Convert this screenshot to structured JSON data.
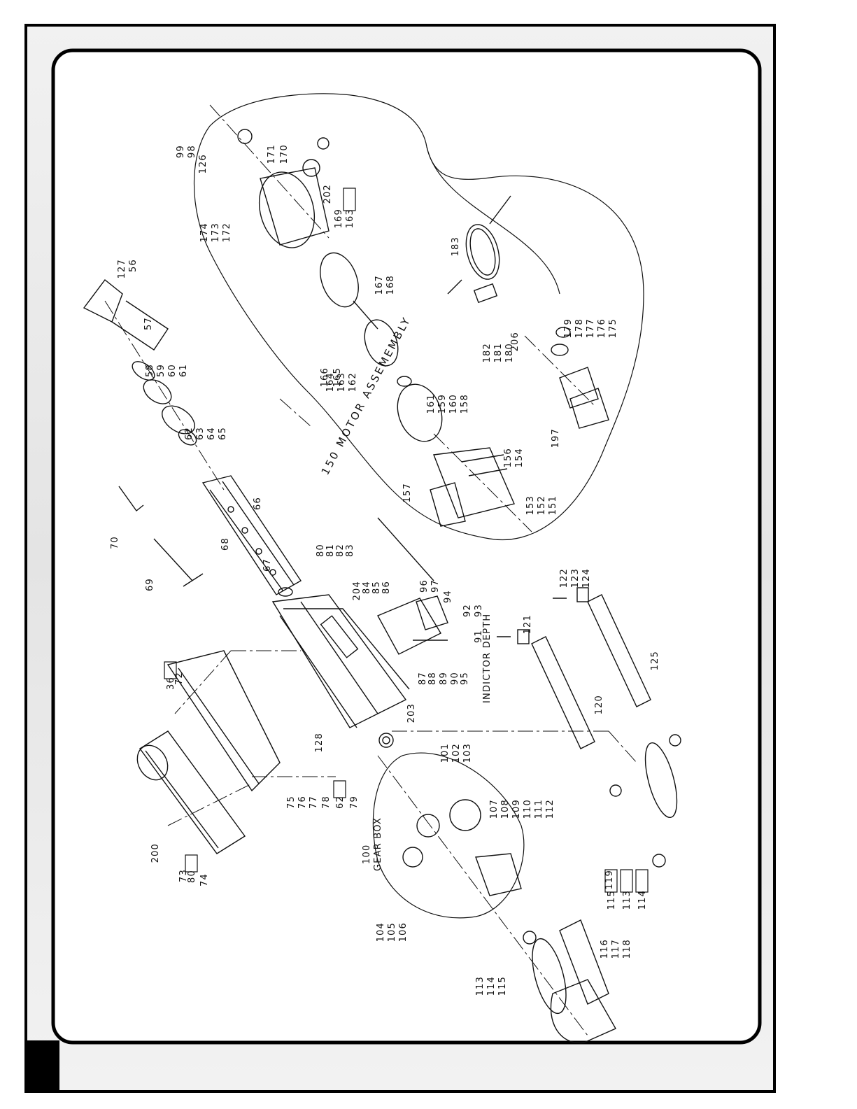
{
  "diagram": {
    "assembly_labels": {
      "motor": "150 MOTOR ASSEMEMBLY",
      "gearbox_num": "100",
      "gearbox_name": "GEAR BOX",
      "depth": "INDICTOR DEPTH"
    },
    "parts": [
      {
        "id": "99"
      },
      {
        "id": "98"
      },
      {
        "id": "126"
      },
      {
        "id": "171"
      },
      {
        "id": "170"
      },
      {
        "id": "202"
      },
      {
        "id": "169"
      },
      {
        "id": "163",
        "boxed": true
      },
      {
        "id": "174"
      },
      {
        "id": "173"
      },
      {
        "id": "172"
      },
      {
        "id": "127"
      },
      {
        "id": "56"
      },
      {
        "id": "57"
      },
      {
        "id": "58"
      },
      {
        "id": "59"
      },
      {
        "id": "60"
      },
      {
        "id": "61"
      },
      {
        "id": "62"
      },
      {
        "id": "63"
      },
      {
        "id": "64"
      },
      {
        "id": "65"
      },
      {
        "id": "66"
      },
      {
        "id": "67"
      },
      {
        "id": "68"
      },
      {
        "id": "69"
      },
      {
        "id": "70"
      },
      {
        "id": "166"
      },
      {
        "id": "165"
      },
      {
        "id": "164"
      },
      {
        "id": "163"
      },
      {
        "id": "162"
      },
      {
        "id": "167"
      },
      {
        "id": "168"
      },
      {
        "id": "161"
      },
      {
        "id": "159"
      },
      {
        "id": "160"
      },
      {
        "id": "158"
      },
      {
        "id": "157"
      },
      {
        "id": "156"
      },
      {
        "id": "154"
      },
      {
        "id": "153"
      },
      {
        "id": "152"
      },
      {
        "id": "151"
      },
      {
        "id": "183"
      },
      {
        "id": "206"
      },
      {
        "id": "182"
      },
      {
        "id": "181"
      },
      {
        "id": "180"
      },
      {
        "id": "179"
      },
      {
        "id": "178"
      },
      {
        "id": "177"
      },
      {
        "id": "176"
      },
      {
        "id": "175"
      },
      {
        "id": "197"
      },
      {
        "id": "80"
      },
      {
        "id": "81"
      },
      {
        "id": "82"
      },
      {
        "id": "83"
      },
      {
        "id": "204"
      },
      {
        "id": "84"
      },
      {
        "id": "85"
      },
      {
        "id": "86"
      },
      {
        "id": "96"
      },
      {
        "id": "97"
      },
      {
        "id": "94"
      },
      {
        "id": "92"
      },
      {
        "id": "93"
      },
      {
        "id": "91"
      },
      {
        "id": "87"
      },
      {
        "id": "88"
      },
      {
        "id": "89"
      },
      {
        "id": "90"
      },
      {
        "id": "95"
      },
      {
        "id": "36",
        "boxed": true
      },
      {
        "id": "72"
      },
      {
        "id": "128"
      },
      {
        "id": "203"
      },
      {
        "id": "200"
      },
      {
        "id": "73"
      },
      {
        "id": "80",
        "boxed": true
      },
      {
        "id": "74"
      },
      {
        "id": "75"
      },
      {
        "id": "76"
      },
      {
        "id": "77"
      },
      {
        "id": "78"
      },
      {
        "id": "62",
        "boxed": true
      },
      {
        "id": "79"
      },
      {
        "id": "101"
      },
      {
        "id": "102"
      },
      {
        "id": "103"
      },
      {
        "id": "107"
      },
      {
        "id": "108"
      },
      {
        "id": "109"
      },
      {
        "id": "110"
      },
      {
        "id": "111"
      },
      {
        "id": "112"
      },
      {
        "id": "104"
      },
      {
        "id": "105"
      },
      {
        "id": "106"
      },
      {
        "id": "113"
      },
      {
        "id": "114"
      },
      {
        "id": "115"
      },
      {
        "id": "116"
      },
      {
        "id": "117"
      },
      {
        "id": "118"
      },
      {
        "id": "121"
      },
      {
        "id": "120"
      },
      {
        "id": "122"
      },
      {
        "id": "123"
      },
      {
        "id": "124"
      },
      {
        "id": "125"
      },
      {
        "id": "119"
      },
      {
        "id": "115",
        "boxed": true
      },
      {
        "id": "113",
        "boxed": true
      },
      {
        "id": "114",
        "boxed": true
      }
    ]
  }
}
